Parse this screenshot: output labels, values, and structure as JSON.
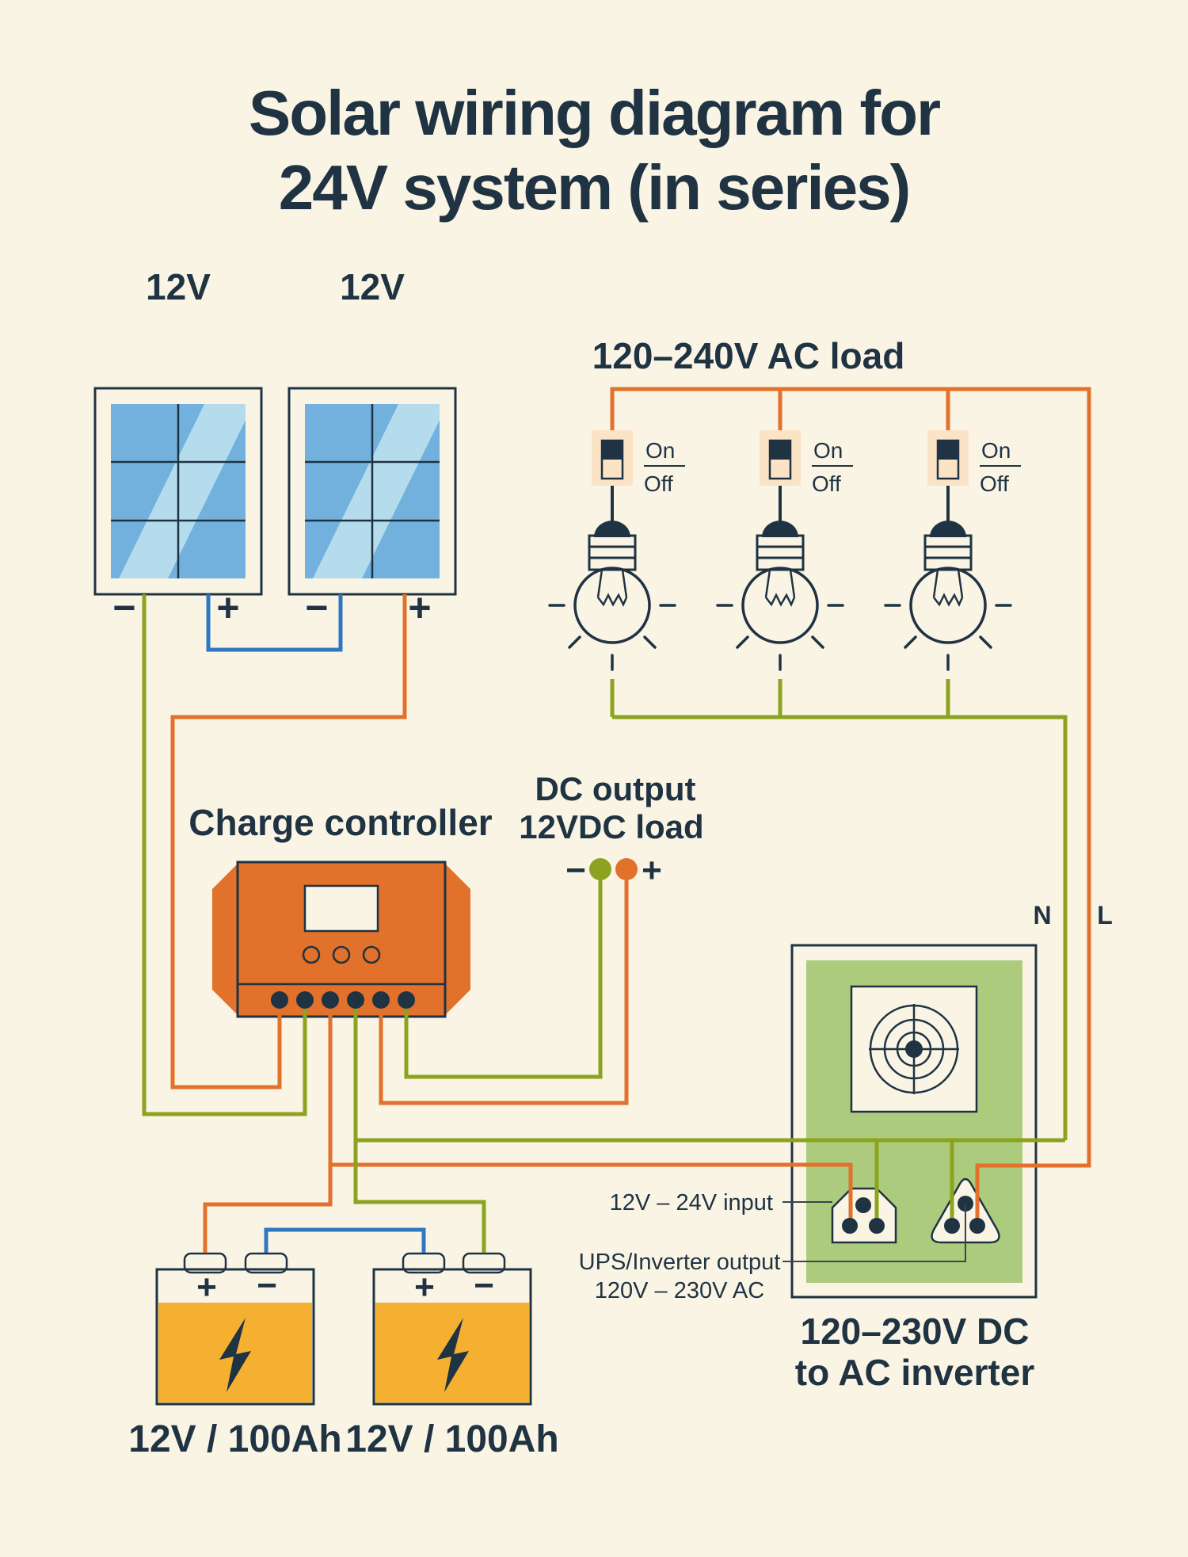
{
  "colors": {
    "background": "#faf4e5",
    "navy": "#1f3342",
    "orange": "#e2712b",
    "olive": "#8ba31f",
    "blue": "#2e78c2",
    "panel_blue": "#72b1de",
    "panel_light": "#b5dcec",
    "battery_yellow": "#f5b031",
    "battery_face": "#fffdf4",
    "inverter_green": "#adcb7d",
    "switch_peach": "#fbe3c6",
    "screw_blue": "#2e6fc4",
    "pointer": "#39444e",
    "panel_face": "#fcf7ea"
  },
  "title": {
    "line1": "Solar wiring diagram for",
    "line2": "24V system (in series)"
  },
  "solar": {
    "panel1_label": "12V",
    "panel2_label": "12V",
    "p1_minus": "−",
    "p1_plus": "+",
    "p2_minus": "−",
    "p2_plus": "+"
  },
  "ac_load": {
    "label": "120–240V AC load",
    "switches": [
      {
        "on": "On",
        "off": "Off"
      },
      {
        "on": "On",
        "off": "Off"
      },
      {
        "on": "On",
        "off": "Off"
      }
    ]
  },
  "controller": {
    "label": "Charge controller"
  },
  "dc_output": {
    "line1": "DC output",
    "line2": "12VDC load",
    "minus": "−",
    "plus": "+"
  },
  "inverter": {
    "n_label": "N",
    "l_label": "L",
    "input_label": "12V – 24V input",
    "output_label_line1": "UPS/Inverter output",
    "output_label_line2": "120V – 230V AC",
    "caption_line1": "120–230V DC",
    "caption_line2": "to AC inverter"
  },
  "batteries": {
    "battery1": {
      "plus": "+",
      "minus": "−",
      "label": "12V / 100Ah"
    },
    "battery2": {
      "plus": "+",
      "minus": "−",
      "label": "12V / 100Ah"
    }
  }
}
